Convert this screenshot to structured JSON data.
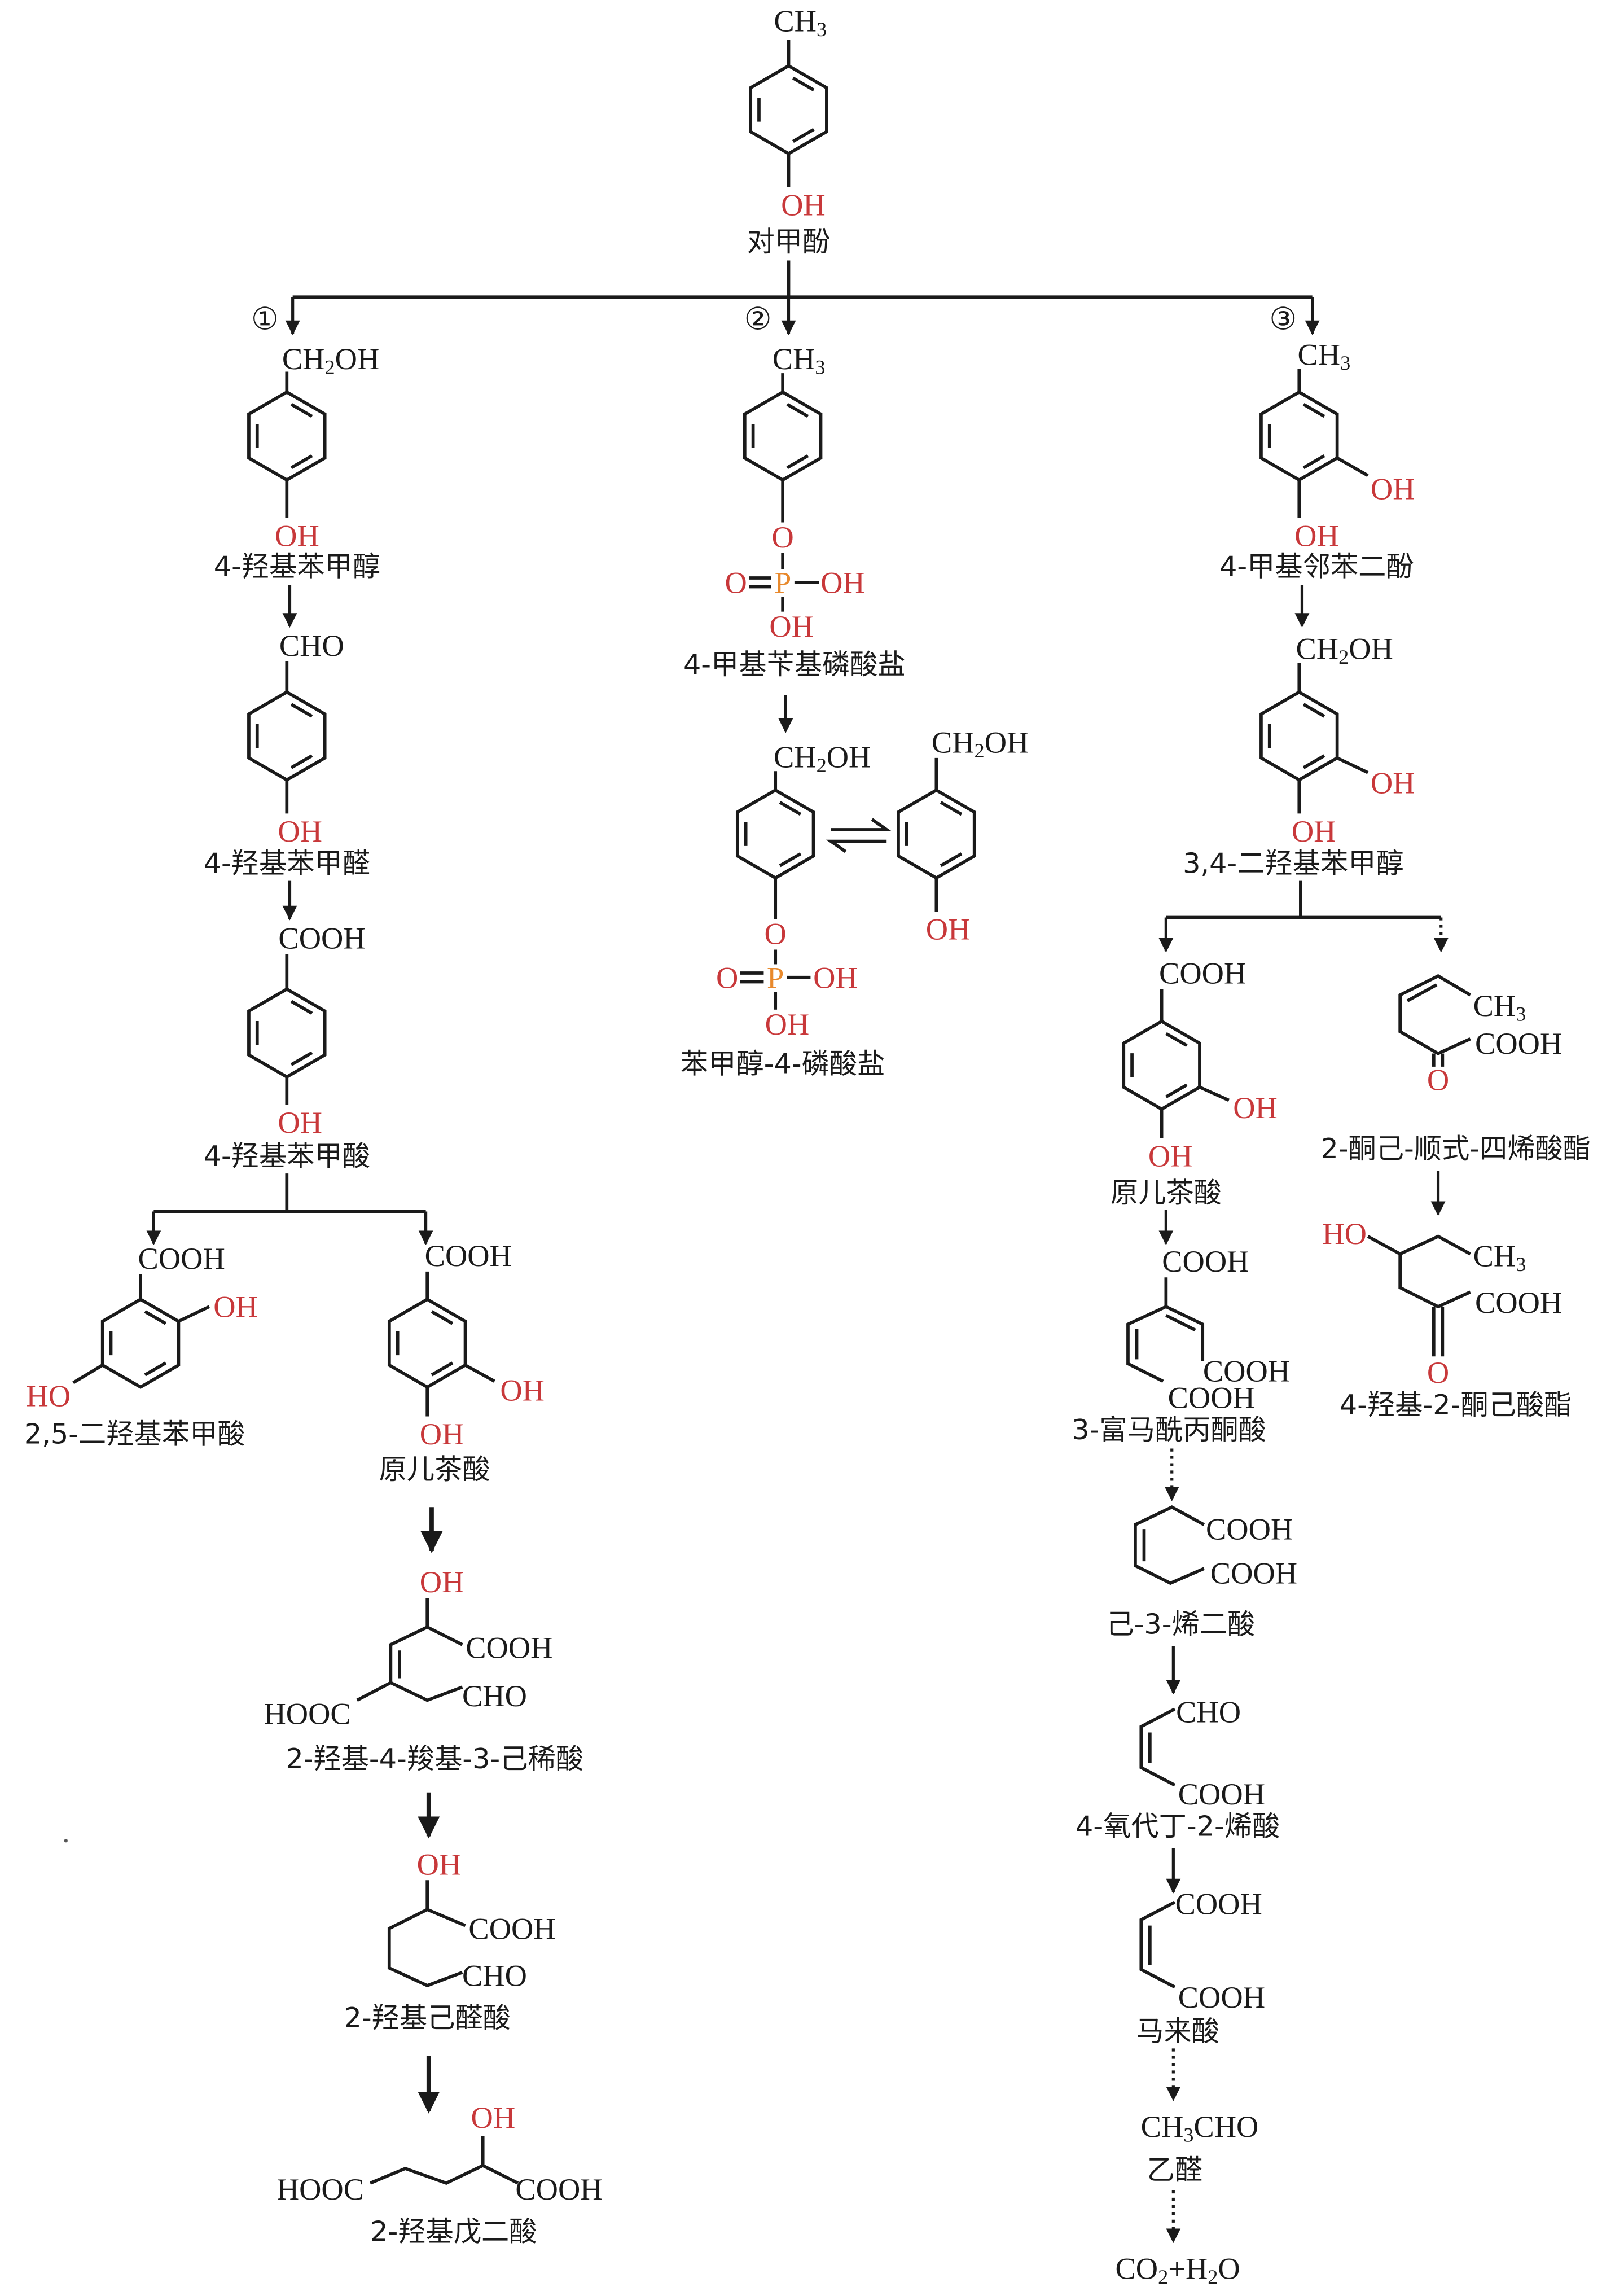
{
  "colors": {
    "heteroatom": "#c8383a",
    "phosphorus": "#e8892c",
    "bond": "#1a1a1a"
  },
  "top": {
    "ch3": "CH3",
    "oh": "OH",
    "name": "对甲酚"
  },
  "routes": [
    "①",
    "②",
    "③"
  ],
  "branch1": {
    "m1": {
      "sub": "CH2OH",
      "oh": "OH",
      "name": "4-羟基苯甲醇"
    },
    "m2": {
      "sub": "CHO",
      "oh": "OH",
      "name": "4-羟基苯甲醛"
    },
    "m3": {
      "sub": "COOH",
      "oh": "OH",
      "name": "4-羟基苯甲酸"
    },
    "m4": {
      "sub": "COOH",
      "oh": "OH",
      "ho": "HO",
      "name": "2,5-二羟基苯甲酸"
    },
    "m5": {
      "sub": "COOH",
      "oh1": "OH",
      "oh2": "OH",
      "name": "原儿茶酸"
    },
    "m6": {
      "oh": "OH",
      "cooh": "COOH",
      "hooc": "HOOC",
      "cho": "CHO",
      "name": "2-羟基-4-羧基-3-己稀酸"
    },
    "m7": {
      "oh": "OH",
      "cooh": "COOH",
      "cho": "CHO",
      "name": "2-羟基己醛酸"
    },
    "m8": {
      "oh": "OH",
      "hooc": "HOOC",
      "cooh": "COOH",
      "name": "2-羟基戊二酸"
    }
  },
  "branch2": {
    "m1": {
      "sub": "CH3",
      "o": "O",
      "o2": "O",
      "p": "P",
      "oh1": "OH",
      "oh2": "OH",
      "name": "4-甲基苄基磷酸盐"
    },
    "m2": {
      "sub": "CH2OH",
      "o": "O",
      "o2": "O",
      "p": "P",
      "oh1": "OH",
      "oh2": "OH",
      "name": "苯甲醇-4-磷酸盐"
    },
    "m3": {
      "sub": "CH2OH",
      "oh": "OH"
    }
  },
  "branch3": {
    "m1": {
      "sub": "CH3",
      "oh1": "OH",
      "oh2": "OH",
      "name": "4-甲基邻苯二酚"
    },
    "m2": {
      "sub": "CH2OH",
      "oh1": "OH",
      "oh2": "OH",
      "name": "3,4-二羟基苯甲醇"
    },
    "m3": {
      "sub": "COOH",
      "oh1": "OH",
      "oh2": "OH",
      "name": "原儿茶酸"
    },
    "m4": {
      "c1": "COOH",
      "c2": "COOH",
      "c3": "COOH",
      "name": "3-富马酰丙酮酸"
    },
    "m5": {
      "c1": "COOH",
      "c2": "COOH",
      "name": "己-3-烯二酸"
    },
    "m6": {
      "cho": "CHO",
      "cooh": "COOH",
      "name": "4-氧代丁-2-烯酸"
    },
    "m7": {
      "c1": "COOH",
      "c2": "COOH",
      "name": "马来酸"
    },
    "m8": {
      "f": "CH3CHO",
      "name": "乙醛"
    },
    "m9": {
      "f": "CO2+H2O"
    },
    "r1": {
      "ch3": "CH3",
      "cooh": "COOH",
      "o": "O",
      "name": "2-酮己-顺式-四烯酸酯"
    },
    "r2": {
      "ho": "HO",
      "ch3": "CH3",
      "cooh": "COOH",
      "o": "O",
      "name": "4-羟基-2-酮己酸酯"
    }
  }
}
